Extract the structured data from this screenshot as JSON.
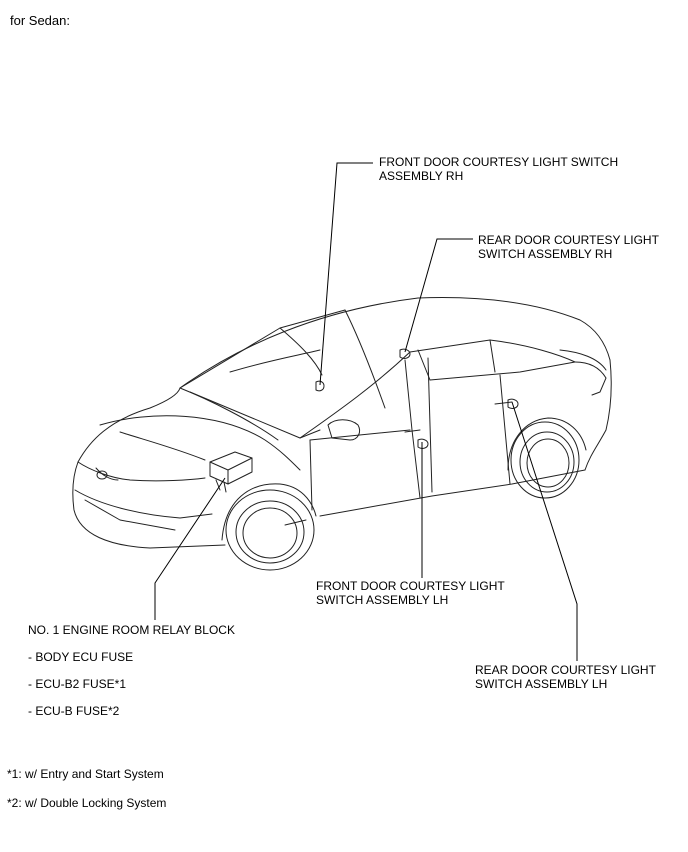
{
  "heading": "for Sedan:",
  "labels": {
    "front_rh": [
      "FRONT DOOR COURTESY LIGHT SWITCH",
      "ASSEMBLY RH"
    ],
    "rear_rh": [
      "REAR DOOR COURTESY LIGHT",
      "SWITCH ASSEMBLY RH"
    ],
    "front_lh": [
      "FRONT DOOR COURTESY LIGHT",
      "SWITCH ASSEMBLY LH"
    ],
    "rear_lh": [
      "REAR DOOR COURTESY LIGHT",
      "SWITCH ASSEMBLY LH"
    ],
    "relay_block": "NO. 1 ENGINE ROOM RELAY BLOCK",
    "fuses": [
      "- BODY ECU FUSE",
      "- ECU-B2 FUSE*1",
      "- ECU-B FUSE*2"
    ]
  },
  "footnotes": [
    "*1: w/ Entry and Start System",
    "*2: w/ Double Locking System"
  ]
}
